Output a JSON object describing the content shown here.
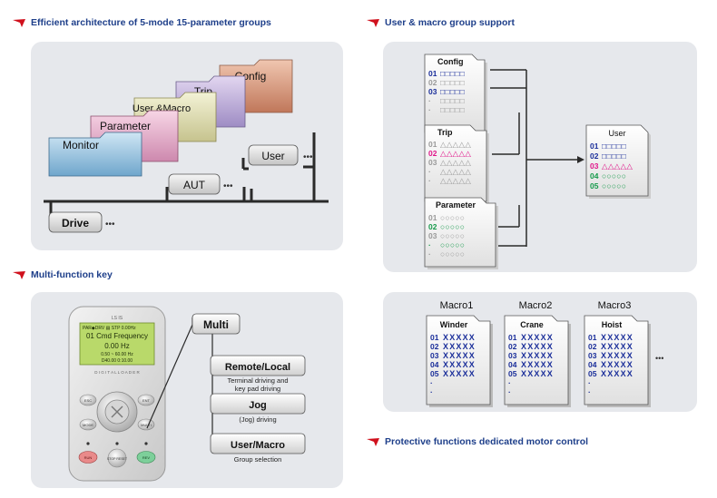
{
  "headings": {
    "architecture": "Efficient architecture of 5-mode 15-parameter groups",
    "user_macro": "User & macro group support",
    "multi_function": "Multi-function key",
    "protective": "Protective functions dedicated motor control"
  },
  "architecture": {
    "folders": {
      "config": "Config",
      "trip": "Trip",
      "user_macro": "User &Macro",
      "parameter": "Parameter",
      "monitor": "Monitor"
    },
    "tags": {
      "user": "User",
      "aut": "AUT",
      "drive": "Drive"
    },
    "ellipsis": "•••"
  },
  "user_group": {
    "config": {
      "title": "Config",
      "rows": [
        {
          "num": "01",
          "glyphs": "□□□□□",
          "style": "blue"
        },
        {
          "num": "02",
          "glyphs": "□□□□□",
          "style": "gray"
        },
        {
          "num": "03",
          "glyphs": "□□□□□",
          "style": "blue"
        },
        {
          "num": "·",
          "glyphs": "□□□□□",
          "style": "gray"
        },
        {
          "num": "·",
          "glyphs": "□□□□□",
          "style": "gray"
        }
      ]
    },
    "trip": {
      "title": "Trip",
      "rows": [
        {
          "num": "01",
          "glyphs": "△△△△△",
          "style": "gray"
        },
        {
          "num": "02",
          "glyphs": "△△△△△",
          "style": "magenta"
        },
        {
          "num": "03",
          "glyphs": "△△△△△",
          "style": "gray"
        },
        {
          "num": "·",
          "glyphs": "△△△△△",
          "style": "gray"
        },
        {
          "num": "·",
          "glyphs": "△△△△△",
          "style": "gray"
        }
      ]
    },
    "parameter": {
      "title": "Parameter",
      "rows": [
        {
          "num": "01",
          "glyphs": "○○○○○",
          "style": "gray"
        },
        {
          "num": "02",
          "glyphs": "○○○○○",
          "style": "green"
        },
        {
          "num": "03",
          "glyphs": "○○○○○",
          "style": "gray"
        },
        {
          "num": "·",
          "glyphs": "○○○○○",
          "style": "green"
        },
        {
          "num": "·",
          "glyphs": "○○○○○",
          "style": "gray"
        }
      ]
    },
    "user": {
      "title": "User",
      "rows": [
        {
          "num": "01",
          "glyphs": "□□□□□",
          "style": "blue"
        },
        {
          "num": "02",
          "glyphs": "□□□□□",
          "style": "blue"
        },
        {
          "num": "03",
          "glyphs": "△△△△△",
          "style": "magenta"
        },
        {
          "num": "04",
          "glyphs": "○○○○○",
          "style": "green"
        },
        {
          "num": "05",
          "glyphs": "○○○○○",
          "style": "green"
        }
      ]
    }
  },
  "multi_function": {
    "multi_label": "Multi",
    "options": [
      {
        "label": "Remote/Local",
        "desc": [
          "Terminal driving and",
          "key pad driving"
        ]
      },
      {
        "label": "Jog",
        "desc": [
          "(Jog) driving"
        ]
      },
      {
        "label": "User/Macro",
        "desc": [
          "Group selection"
        ]
      }
    ],
    "keypad": {
      "brand": "LS IS",
      "lcd_lines": [
        "PAR◆DRV ▤ STP  0.00Hz",
        "01 Cmd Frequency",
        "0.00 Hz",
        "0.50 ~ 60.00 Hz",
        "D40.00      0:10.00"
      ],
      "caption": "D I G I T A L   L O A D E R",
      "keys": {
        "top_left": "ESC",
        "top_right": "ENT",
        "mid_left": "MODE",
        "mid_right": "MULTI",
        "bottom_left": "RUN",
        "bottom_center": "STOP RESET",
        "bottom_right": "REV"
      }
    }
  },
  "macro": {
    "columns": [
      {
        "label": "Macro1",
        "title": "Winder",
        "rows": [
          {
            "num": "01",
            "marks": "XXXXX"
          },
          {
            "num": "02",
            "marks": "XXXXX"
          },
          {
            "num": "03",
            "marks": "XXXXX"
          },
          {
            "num": "04",
            "marks": "XXXXX"
          },
          {
            "num": "05",
            "marks": "XXXXX"
          },
          {
            "num": "·",
            "marks": ""
          },
          {
            "num": "·",
            "marks": ""
          }
        ]
      },
      {
        "label": "Macro2",
        "title": "Crane",
        "rows": [
          {
            "num": "01",
            "marks": "XXXXX"
          },
          {
            "num": "02",
            "marks": "XXXXX"
          },
          {
            "num": "03",
            "marks": "XXXXX"
          },
          {
            "num": "04",
            "marks": "XXXXX"
          },
          {
            "num": "05",
            "marks": "XXXXX"
          },
          {
            "num": "·",
            "marks": ""
          },
          {
            "num": "·",
            "marks": ""
          }
        ]
      },
      {
        "label": "Macro3",
        "title": "Hoist",
        "rows": [
          {
            "num": "01",
            "marks": "XXXXX"
          },
          {
            "num": "02",
            "marks": "XXXXX"
          },
          {
            "num": "03",
            "marks": "XXXXX"
          },
          {
            "num": "04",
            "marks": "XXXXX"
          },
          {
            "num": "05",
            "marks": "XXXXX"
          },
          {
            "num": "·",
            "marks": ""
          },
          {
            "num": "·",
            "marks": ""
          }
        ]
      }
    ],
    "ellipsis": "•••"
  },
  "colors": {
    "heading": "#1e3f8a",
    "arrow": "#d0101c",
    "panel": "#e6e8ec",
    "blue": "#1a2e9a",
    "magenta": "#e0158a",
    "green": "#159a4a",
    "gray": "#9a9a9a"
  }
}
